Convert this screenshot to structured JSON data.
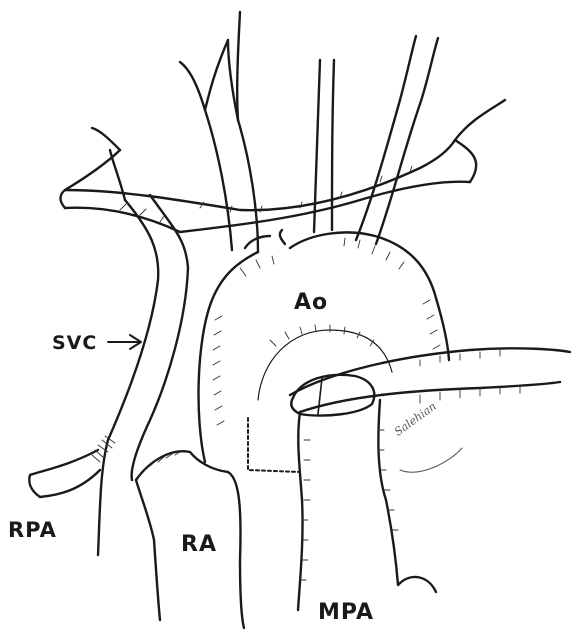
{
  "labels": {
    "svc": "SVC",
    "ao": "Ao",
    "rpa": "RPA",
    "ra": "RA",
    "mpa": "MPA"
  },
  "signature": "Salehian",
  "colors": {
    "ink": "#1a1a1a",
    "background": "#ffffff"
  }
}
